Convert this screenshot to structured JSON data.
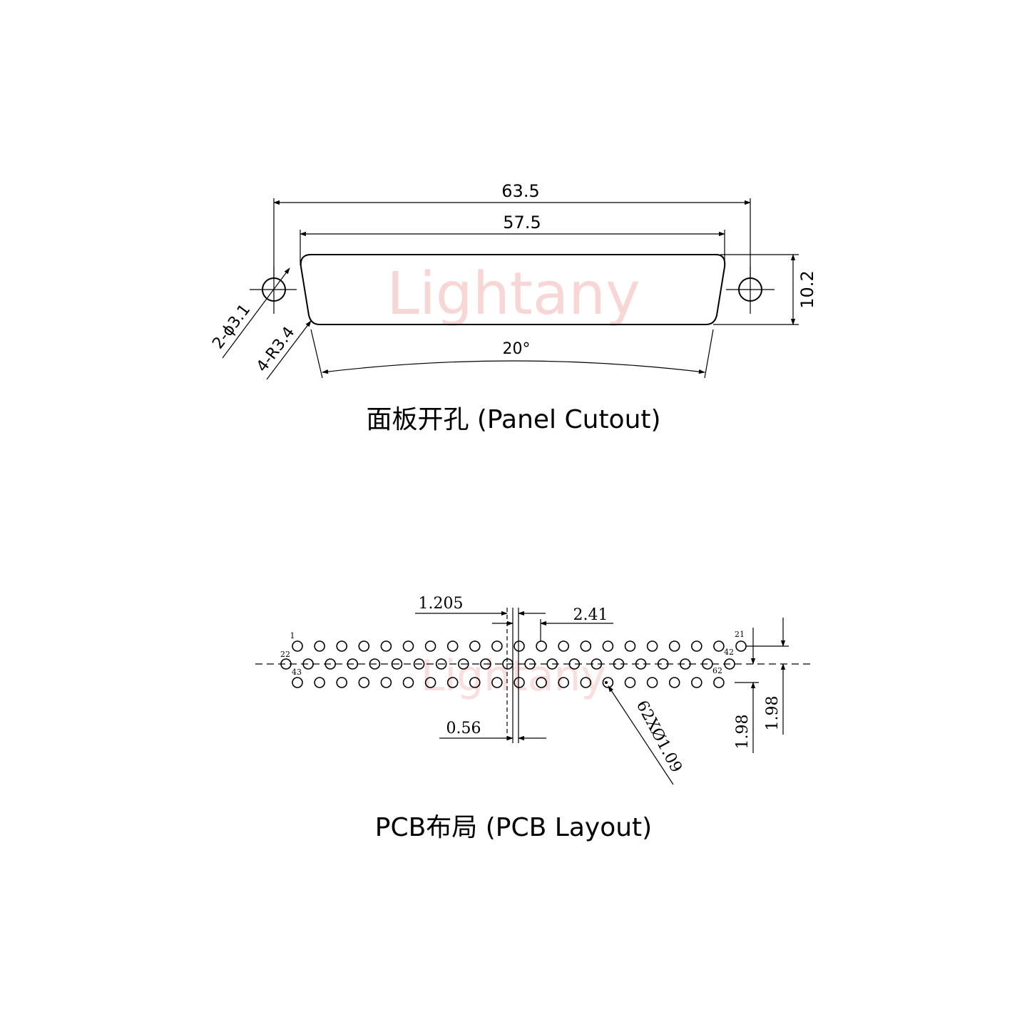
{
  "watermark": {
    "text": "Lightany",
    "color": "#f6c9c9"
  },
  "panel_cutout": {
    "caption": "面板开孔 (Panel Cutout)",
    "dim_overall": "63.5",
    "dim_cutout": "57.5",
    "dim_height": "10.2",
    "dim_angle": "20°",
    "dim_holes": "2-ϕ3.1",
    "dim_radius": "4-R3.4"
  },
  "pcb_layout": {
    "caption": "PCB布局 (PCB Layout)",
    "dim_offset": "1.205",
    "dim_pitch": "2.41",
    "dim_small": "0.56",
    "dim_row_1": "1.98",
    "dim_row_2": "1.98",
    "dim_holes": "62XØ1.09",
    "pin_labels": {
      "first": "1",
      "row1_end": "21",
      "row2_start": "22",
      "row2_end": "42",
      "row3_start": "43",
      "row3_end": "62"
    },
    "rows": [
      {
        "count": 21,
        "first_pin": 1
      },
      {
        "count": 21,
        "first_pin": 22
      },
      {
        "count": 20,
        "first_pin": 43
      }
    ]
  },
  "colors": {
    "line": "#000000",
    "background": "#ffffff"
  }
}
